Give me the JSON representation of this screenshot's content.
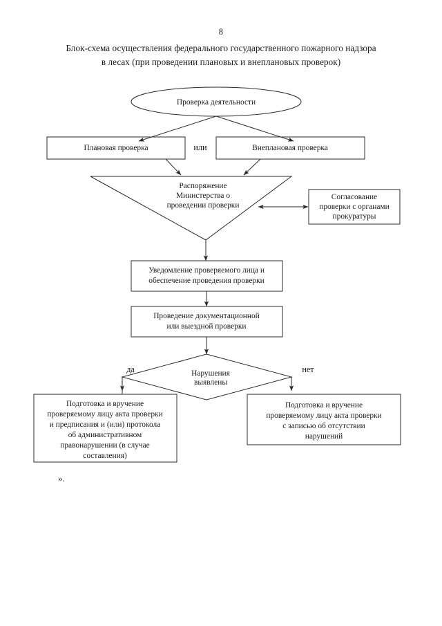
{
  "document": {
    "page_number": "8",
    "title_line_1": "Блок-схема осуществления федерального государственного пожарного надзора",
    "title_line_2": "в лесах (при проведении плановых и внеплановых проверок)",
    "closing_mark": "».",
    "ink_color": "#2a2a2a",
    "paper_color": "#ffffff"
  },
  "flowchart": {
    "start": {
      "shape": "ellipse",
      "text": "Проверка деятельности"
    },
    "branch_planned": {
      "shape": "rectangle",
      "text": "Плановая проверка"
    },
    "branch_joiner": {
      "text": "или"
    },
    "branch_unplanned": {
      "shape": "rectangle",
      "text": "Внеплановая проверка"
    },
    "order": {
      "shape": "inverted-triangle",
      "line_1": "Распоряжение",
      "line_2": "Министерства о",
      "line_3": "проведении проверки"
    },
    "prosecutor_approval": {
      "shape": "rectangle",
      "line_1": "Согласование",
      "line_2": "проверки с органами",
      "line_3": "прокуратуры"
    },
    "notification": {
      "shape": "rectangle",
      "line_1": "Уведомление проверяемого лица и",
      "line_2": "обеспечение проведения проверки"
    },
    "inspection": {
      "shape": "rectangle",
      "line_1": "Проведение документационной",
      "line_2": "или выездной проверки"
    },
    "decision": {
      "shape": "diamond",
      "line_1": "Нарушения",
      "line_2": "выявлены",
      "label_yes": "да",
      "label_no": "нет"
    },
    "outcome_violations": {
      "shape": "rectangle",
      "line_1": "Подготовка и вручение",
      "line_2": "проверяемому лицу акта проверки",
      "line_3": "и предписания и (или) протокола",
      "line_4": "об административном",
      "line_5": "правонарушении (в случае",
      "line_6": "составления)"
    },
    "outcome_no_violations": {
      "shape": "rectangle",
      "line_1": "Подготовка и вручение",
      "line_2": "проверяемому лицу акта проверки",
      "line_3": "с записью об отсутствии",
      "line_4": "нарушений"
    }
  }
}
